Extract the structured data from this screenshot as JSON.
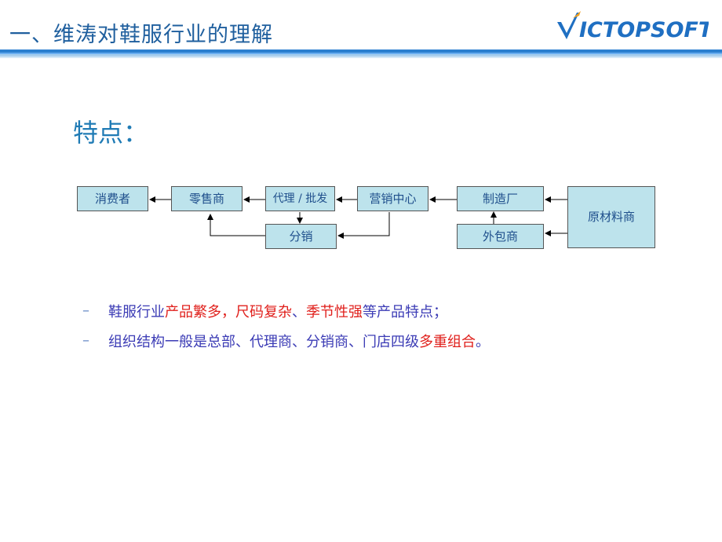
{
  "slide": {
    "title": "一、维涛对鞋服行业的理解",
    "logo_text": "VICTOPSOFT",
    "subtitle": "特点："
  },
  "diagram": {
    "nodes": {
      "consumer": "消费者",
      "retailer": "零售商",
      "agent": "代理 / 批发",
      "marketing": "营销中心",
      "factory": "制造厂",
      "raw": "原材料商",
      "distribution": "分销",
      "outsource": "外包商"
    }
  },
  "bullets": [
    {
      "dash": "–",
      "parts": [
        {
          "text": "鞋服行业",
          "red": false
        },
        {
          "text": "产品繁多，尺码复杂",
          "red": true
        },
        {
          "text": "、",
          "red": false
        },
        {
          "text": "季节性强",
          "red": true
        },
        {
          "text": "等产品特点；",
          "red": false
        }
      ]
    },
    {
      "dash": "–",
      "parts": [
        {
          "text": "组织结构一般是总部、代理商、分销商、门店四级",
          "red": false
        },
        {
          "text": "多重组合",
          "red": true
        },
        {
          "text": "。",
          "red": false
        }
      ]
    }
  ],
  "colors": {
    "title": "#1f5f9e",
    "node_fill": "#bde3ec",
    "bullet_text": "#3b3bb5",
    "highlight": "#e0201c"
  }
}
